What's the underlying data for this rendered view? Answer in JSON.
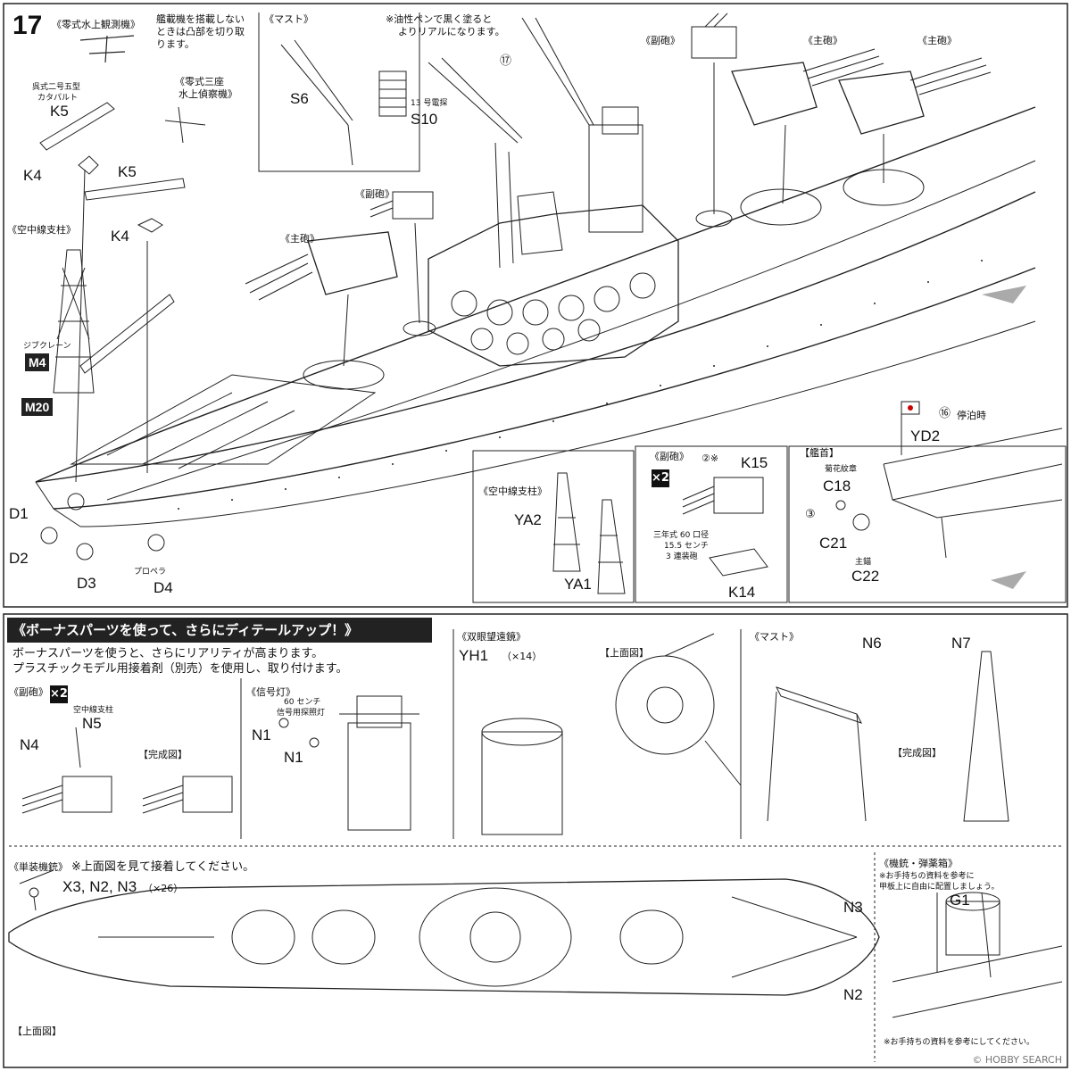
{
  "step": "17",
  "top": {
    "reisiki_obs": "《零式水上観測機》",
    "cut_note_l1": "艦載機を搭載しない",
    "cut_note_l2": "ときは凸部を切り取",
    "cut_note_l3": "ります。",
    "mast_title": "《マスト》",
    "paint_note_l1": "※油性ペンで黒く塗ると",
    "paint_note_l2": "よりリアルになります。",
    "s6": "S6",
    "s10": "S10",
    "s10_note": "13 号電探",
    "circle17": "⑰",
    "fukuhou1": "《副砲》",
    "shuhou1": "《主砲》",
    "shuhou2": "《主砲》",
    "fukuhou2": "《副砲》",
    "shuhou3": "《主砲》",
    "reisiki_recon_l1": "《零式三座",
    "reisiki_recon_l2": "水上偵察機》",
    "catapult_l1": "呉式二号五型",
    "catapult_l2": "カタパルト",
    "k5a": "K5",
    "k4a": "K4",
    "k5b": "K5",
    "k4b": "K4",
    "antenna_pole": "《空中線支柱》",
    "jib_crane": "ジブクレーン",
    "m4": "M4",
    "m20": "M20",
    "d1": "D1",
    "d2": "D2",
    "d3": "D3",
    "d4": "D4",
    "propeller": "プロペラ",
    "antenna_pole2": "《空中線支柱》",
    "ya2": "YA2",
    "ya1": "YA1",
    "fukuhou3": "《副砲》",
    "x2": "×2",
    "circle2": "②※",
    "k15": "K15",
    "k14": "K14",
    "gun_note_l1": "三年式 60 口径",
    "gun_note_l2": "15.5 センチ",
    "gun_note_l3": "3 連装砲",
    "bow": "【艦首】",
    "chrysanthemum": "菊花紋章",
    "c18": "C18",
    "circle3": "③",
    "c21": "C21",
    "main_anchor": "主錨",
    "c22": "C22",
    "yd2": "YD2",
    "circle16": "⑯",
    "anchored": "停泊時"
  },
  "bottom": {
    "banner": "《ボーナスパーツを使って、さらにディテールアップ！》",
    "intro_l1": "ボーナスパーツを使うと、さらにリアリティが高まります。",
    "intro_l2": "プラスチックモデル用接着剤（別売）を使用し、取り付けます。",
    "fukuhou": "《副砲》",
    "x2": "×2",
    "antenna_pole": "空中線支柱",
    "n5": "N5",
    "n4": "N4",
    "completed1": "【完成図】",
    "signal_light": "《信号灯》",
    "signal_note_l1": "60 センチ",
    "signal_note_l2": "信号用探照灯",
    "n1a": "N1",
    "n1b": "N1",
    "binoculars": "《双眼望遠鏡》",
    "yh1": "YH1",
    "yh1_qty": "（×14）",
    "top_view1": "【上面図】",
    "mast": "《マスト》",
    "n6": "N6",
    "n7": "N7",
    "completed2": "【完成図】",
    "single_mg": "《単装機銃》",
    "single_mg_note": "※上面図を見て接着してください。",
    "x3n2n3": "X3, N2, N3",
    "qty26": "（×26）",
    "top_view2": "【上面図】",
    "n3": "N3",
    "n2": "N2",
    "mg_ammo": "《機銃・弾薬箱》",
    "mg_note_l1": "※お手持ちの資料を参考に",
    "mg_note_l2": "甲板上に自由に配置しましょう。",
    "g1": "G1",
    "bottom_note": "※お手持ちの資料を参考にしてください。",
    "watermark": "© HOBBY SEARCH"
  }
}
